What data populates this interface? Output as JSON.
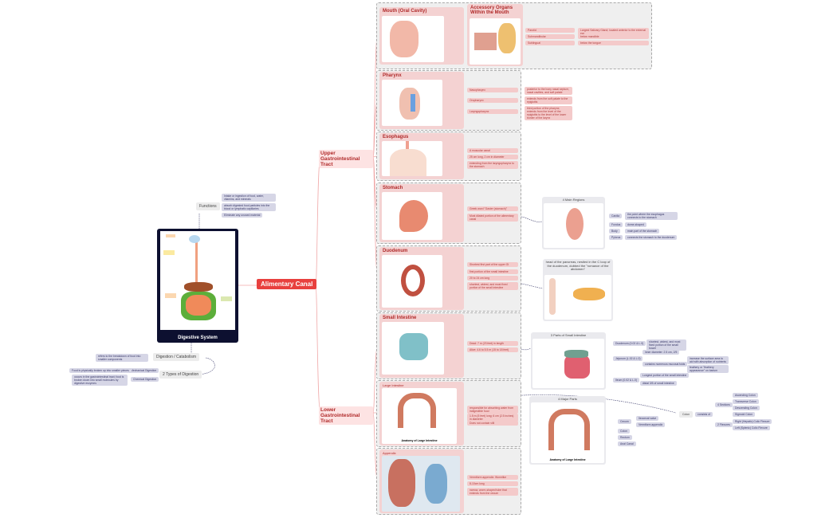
{
  "central": {
    "label": "Alimentary Canal",
    "color": "#e8403e"
  },
  "left": {
    "image_caption": "Digestive System",
    "functions": {
      "label": "Functions",
      "items": [
        "Intake or ingestion of food, water, vitamins, and minerals",
        "absorb digested food particles into the blood or lymphatic capillaries",
        "Eliminate any unused material"
      ]
    },
    "digestion": {
      "label": "Digestion / Catabolism",
      "desc": "refers to the breakdown of food into smaller components"
    },
    "types": {
      "label": "2 Types of Digestion",
      "items": [
        {
          "label": "Mechanical Digestion",
          "desc": "Food is physically broken up into smaller pieces"
        },
        {
          "label": "Chemical Digestion",
          "desc": "occurs in the gastrointestinal tract; food is broken down into small molecules by digestive enzymes"
        }
      ]
    }
  },
  "branches": {
    "upper": "Upper Gastrointestinal Tract",
    "lower": "Lower Gastrointestinal Tract"
  },
  "mouth": {
    "title": "Mouth (Oral Cavity)",
    "accessory": {
      "title": "Accessory Organs Within the Mouth",
      "items": [
        {
          "label": "Parotid",
          "desc": "Largest Salivary Gland; located anterior to the external ear"
        },
        {
          "label": "Submandibular",
          "desc": "below mandible"
        },
        {
          "label": "Sublingual",
          "desc": "below the tongue"
        }
      ]
    }
  },
  "pharynx": {
    "title": "Pharynx",
    "items": [
      {
        "label": "Nasopharynx",
        "desc": "posterior to the bony nasal septum, nasal cavities, and soft palate"
      },
      {
        "label": "Oropharynx",
        "desc": "extends from the soft palate to the epiglottis"
      },
      {
        "label": "Laryngopharynx",
        "desc": "third portion of the pharynx; extends from the level of the epiglottis to the level of the lower border of the larynx"
      }
    ]
  },
  "esophagus": {
    "title": "Esophagus",
    "items": [
      "A muscular canal",
      "25 cm long, 2 cm in diameter",
      "extending from the laryngopharynx to the stomach"
    ]
  },
  "stomach": {
    "title": "Stomach",
    "items": [
      "Greek word \"Gaster (stomach)\"",
      "Most dilated portion of the alimentary canal"
    ],
    "panel_title": "4 Main Regions",
    "regions": [
      {
        "label": "Cardia",
        "desc": "the point where the esophagus connects to the stomach"
      },
      {
        "label": "Fundus",
        "desc": "dome-shaped"
      },
      {
        "label": "Body",
        "desc": "main part of the stomach"
      },
      {
        "label": "Pylorus",
        "desc": "connects the stomach to the duodenum"
      }
    ]
  },
  "duodenum": {
    "title": "Duodenum",
    "items": [
      "Shortest first part of the upper GI",
      "first portion of the small intestine",
      "20 to 24 cm long",
      "shortest, widest, and most fixed portion of the small intestine"
    ],
    "panel_title": "head of the pancreas, nestled in the C loop of the duodenum, dubbed the \"romance of the abdomen\""
  },
  "small_intestine": {
    "title": "Small Intestine",
    "items": [
      "Dead: 7 m (23 feet) in length",
      "Alive: 4.6 to 5.5 m (15 to 18 feet)"
    ],
    "panel_title": "3 Parts of Small Intestine",
    "parts": [
      {
        "label": "Duodenum (0.02 & L.0)",
        "desc": [
          "shortest, widest, and most fixed portion of the small bowel"
        ]
      },
      {
        "label": "Jejunum (L.02 & L.0)",
        "desc": [
          "inner diameter: 2.5 cm, 2/5",
          "contains numerous mucosal folds"
        ],
        "extra": [
          "increase the surface area to aid with absorption of nutrients",
          "feathery or \"feathery appearance\" on barium"
        ]
      },
      {
        "label": "Ileum (0.02 & L.0)",
        "desc": [
          "Longest portion of the small intestine",
          "distal 3/5 of small intestine"
        ]
      }
    ]
  },
  "large_intestine": {
    "title": "Large Intestine",
    "caption": "Anatomy of Large Intestine",
    "items": [
      "responsible for absorbing water from indigestible food",
      "1.5 m (5 feet) long; 6 cm (2.5 inches) in diameter",
      "Does not contain villi"
    ],
    "panel_title": "4 Major Parts",
    "parts": [
      "Cecum",
      "Colon",
      "Rectum",
      "Anal Canal"
    ],
    "cecum_sub": [
      "Ileocecal valve",
      "Vermiform appendix"
    ],
    "colon": {
      "label": "Colon",
      "sub": "consists of",
      "sections_label": "4 Sections",
      "sections": [
        "Ascending Colon",
        "Transverse Colon",
        "Descending Colon",
        "Sigmoid Colon"
      ],
      "flexures_label": "2 Flexures",
      "flexures": [
        "Right (Hepatic) Colic Flexure",
        "Left (Splenic) Colic Flexure"
      ]
    }
  },
  "appendix": {
    "title": "Appendix",
    "items": [
      "Vermiform appendix: Wormlike",
      "8-10cm long",
      "narrow, worm-shaped tube that extends from the cecum"
    ]
  }
}
